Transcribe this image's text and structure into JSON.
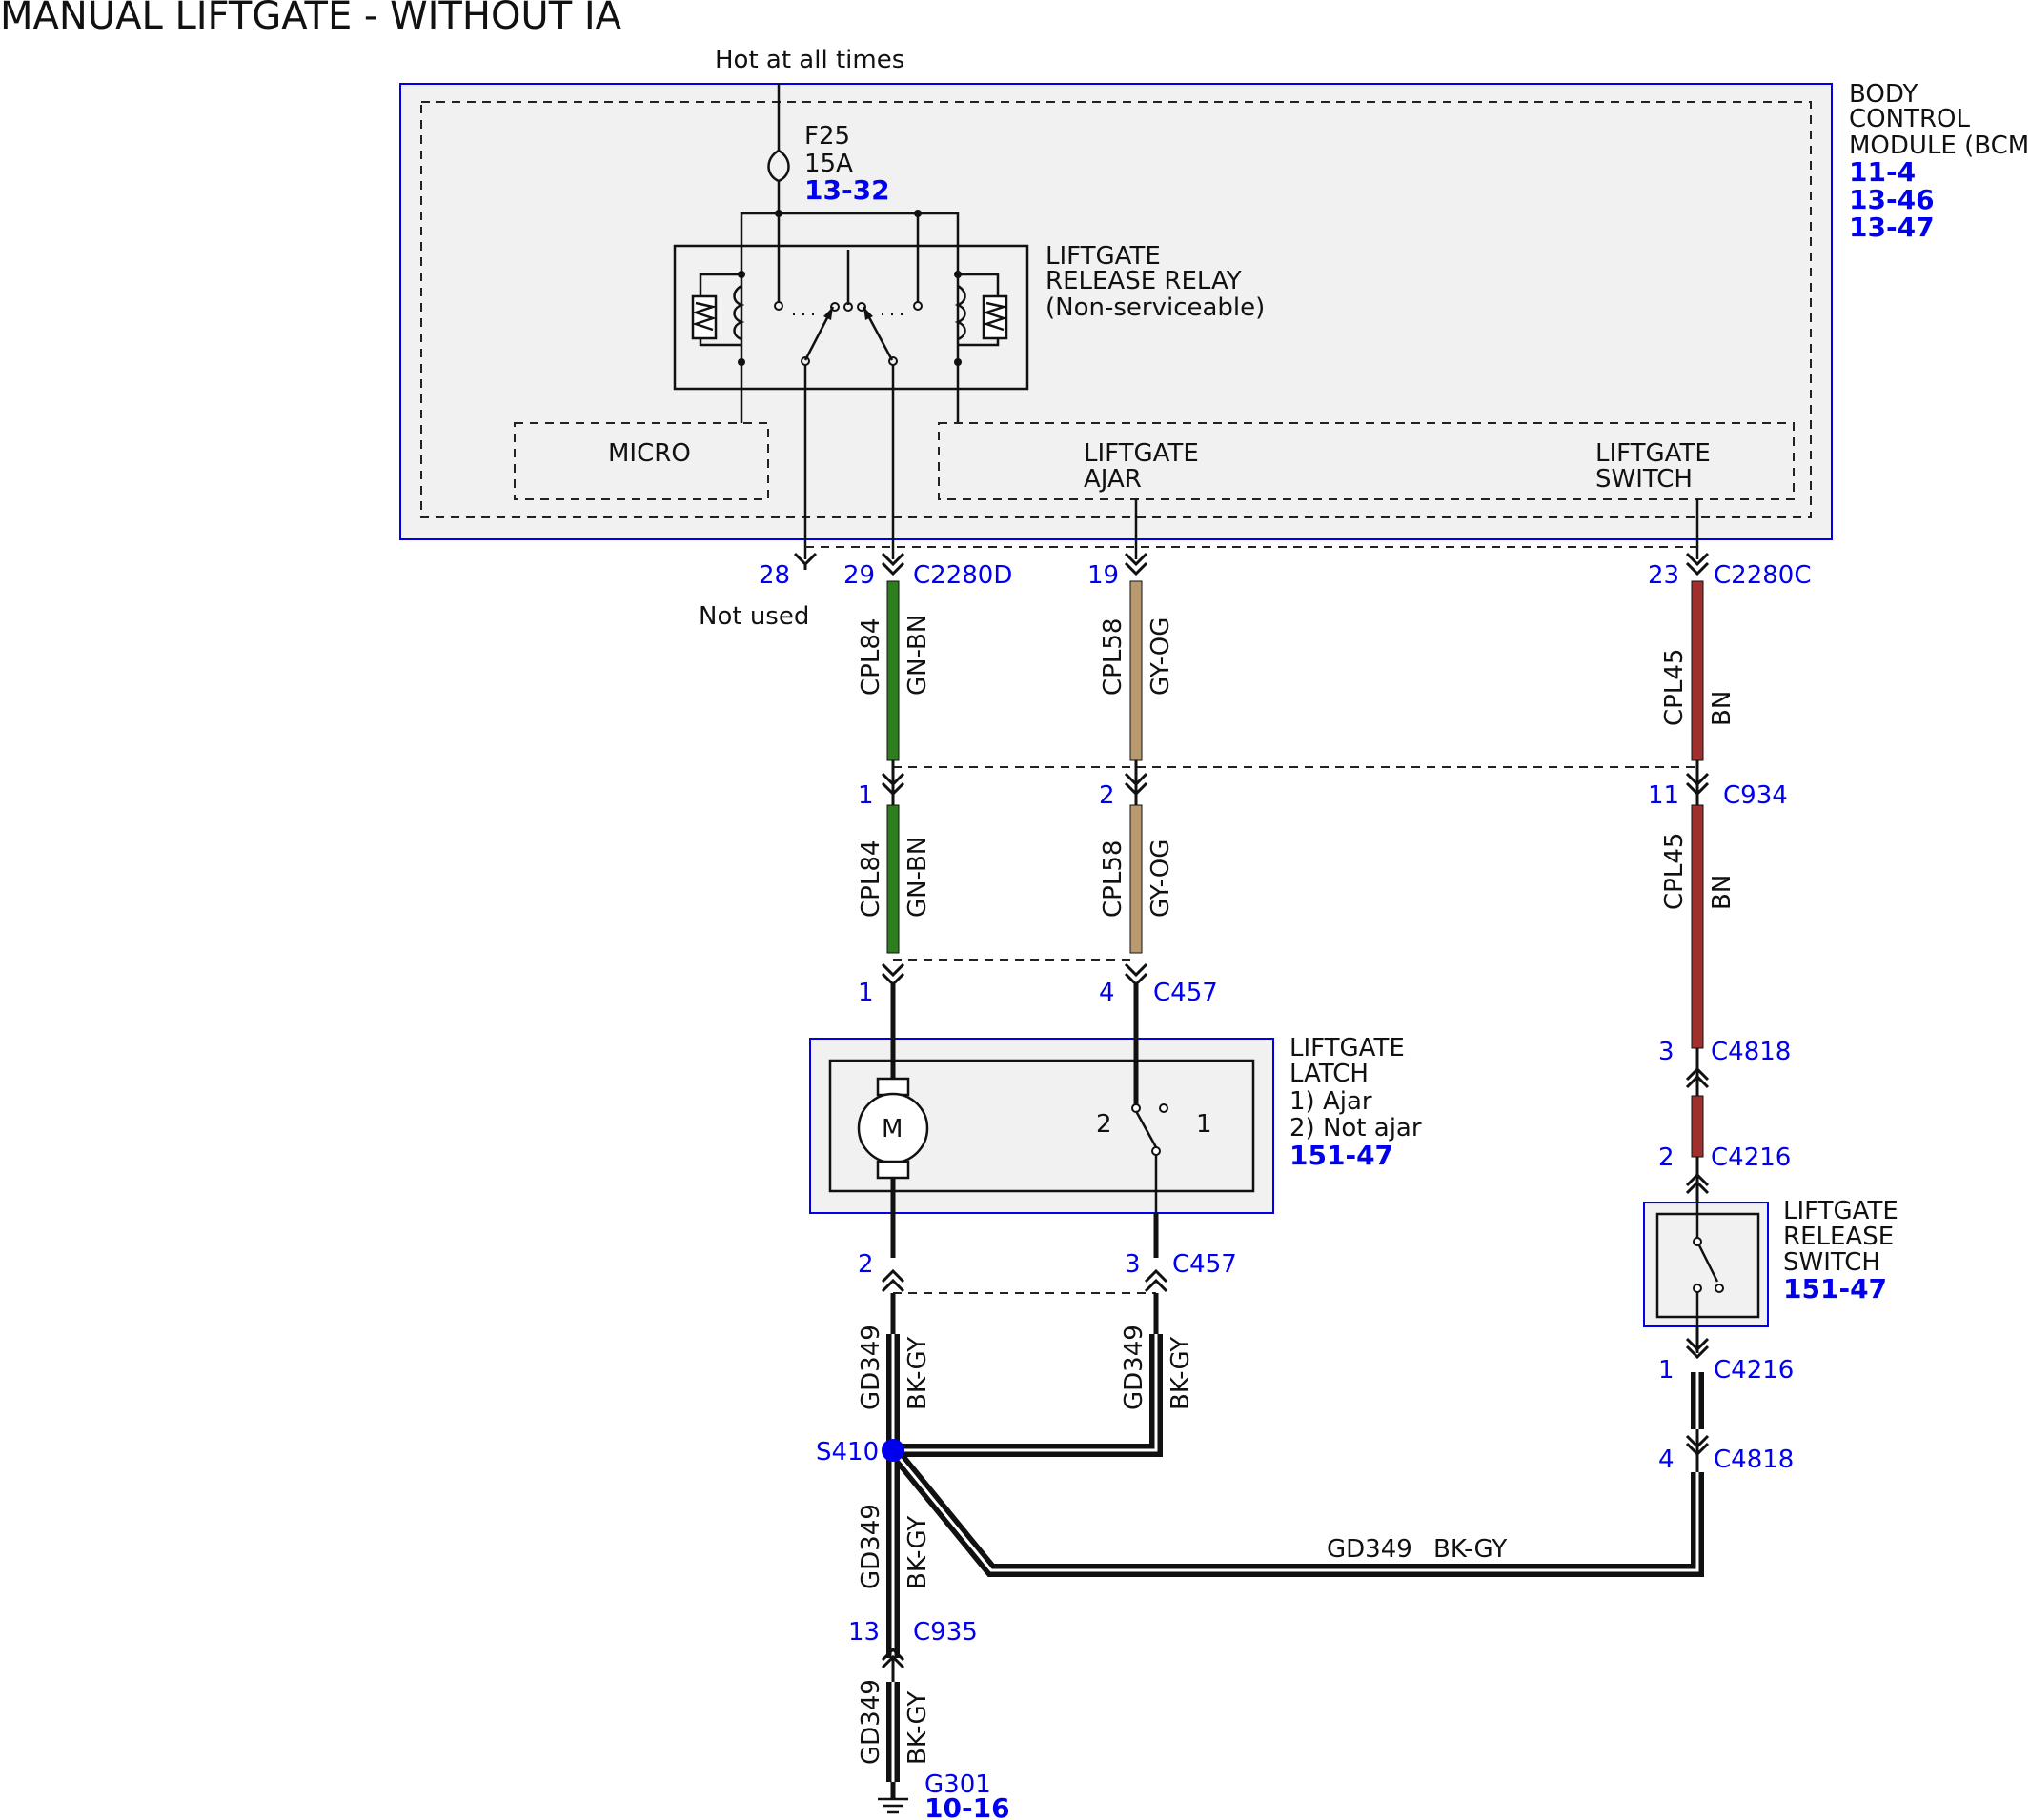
{
  "title": "MANUAL LIFTGATE - WITHOUT IA",
  "power": {
    "label": "Hot at all times",
    "fuse_name": "F25",
    "fuse_rating": "15A",
    "fuse_ref": "13-32"
  },
  "bcm": {
    "name_lines": [
      "BODY",
      "CONTROL",
      "MODULE (BCM)"
    ],
    "refs": [
      "11-4",
      "13-46",
      "13-47"
    ]
  },
  "relay": {
    "name_lines": [
      "LIFTGATE",
      "RELEASE RELAY",
      "(Non-serviceable)"
    ]
  },
  "micro": {
    "label": "MICRO"
  },
  "inputs": {
    "ajar_lines": [
      "LIFTGATE",
      "AJAR"
    ],
    "switch_lines": [
      "LIFTGATE",
      "SWITCH"
    ]
  },
  "bcm_pins": {
    "p28": "28",
    "p29": "29",
    "p19": "19",
    "p23": "23",
    "c2280d": "C2280D",
    "c2280c": "C2280C",
    "not_used": "Not used"
  },
  "wires": {
    "cpl84": {
      "circuit": "CPL84",
      "color": "GN-BN",
      "hex": "#2e7d1e"
    },
    "cpl58": {
      "circuit": "CPL58",
      "color": "GY-OG",
      "hex": "#b89a6e"
    },
    "cpl45": {
      "circuit": "CPL45",
      "color": "BN",
      "hex": "#a0302e"
    },
    "gd349": {
      "circuit": "GD349",
      "color": "BK-GY",
      "hex": "#111111"
    }
  },
  "c934": {
    "name": "C934",
    "pin_cpl84": "1",
    "pin_cpl58": "2",
    "pin_cpl45": "11"
  },
  "c457_top": {
    "name": "C457",
    "pin_motor": "1",
    "pin_switch": "4"
  },
  "latch": {
    "name_lines": [
      "LIFTGATE",
      "LATCH",
      "1) Ajar",
      "2) Not ajar"
    ],
    "ref": "151-47",
    "motor_label": "M",
    "switch_pos2": "2",
    "switch_pos1": "1"
  },
  "c457_bottom": {
    "name": "C457",
    "pin_motor": "2",
    "pin_switch": "3"
  },
  "splice": {
    "name": "S410",
    "color": "#0000ee"
  },
  "c935": {
    "name": "C935",
    "pin": "13"
  },
  "ground": {
    "name": "G301",
    "ref": "10-16"
  },
  "c4818_top": {
    "name": "C4818",
    "pin": "3"
  },
  "c4216_top": {
    "name": "C4216",
    "pin": "2"
  },
  "release_switch": {
    "name_lines": [
      "LIFTGATE",
      "RELEASE",
      "SWITCH"
    ],
    "ref": "151-47"
  },
  "c4216_bottom": {
    "name": "C4216",
    "pin": "1"
  },
  "c4818_bottom": {
    "name": "C4818",
    "pin": "4"
  },
  "colors": {
    "link_blue": "#0000ee",
    "module_fill": "#f1f1f1"
  }
}
